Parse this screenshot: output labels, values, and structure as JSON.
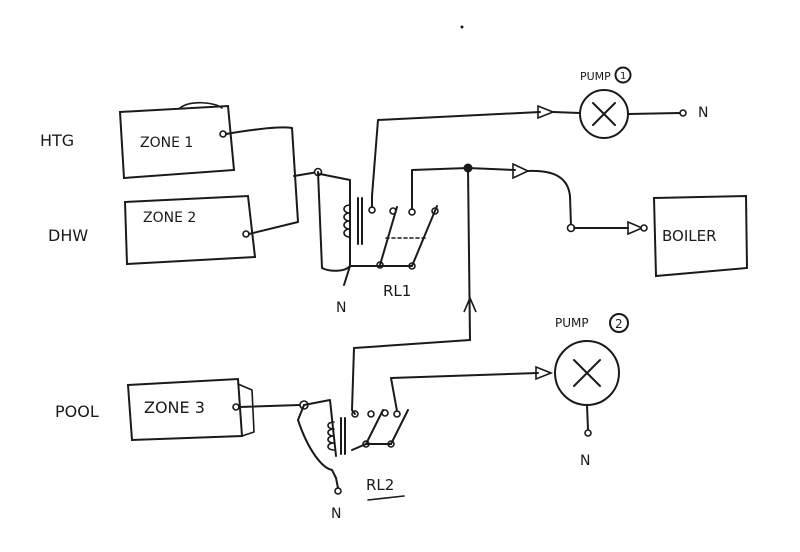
{
  "inputs": {
    "htg": "HTG",
    "dhw": "DHW",
    "pool": "POOL"
  },
  "zones": {
    "zone1": "ZONE 1",
    "zone2": "ZONE 2",
    "zone3": "ZONE 3"
  },
  "pumps": {
    "pump1": "PUMP",
    "pump1_num": "1",
    "pump2": "PUMP",
    "pump2_num": "2"
  },
  "relays": {
    "rl1": "RL1",
    "rl2": "RL2"
  },
  "boiler": "BOILER",
  "neutral": "N"
}
